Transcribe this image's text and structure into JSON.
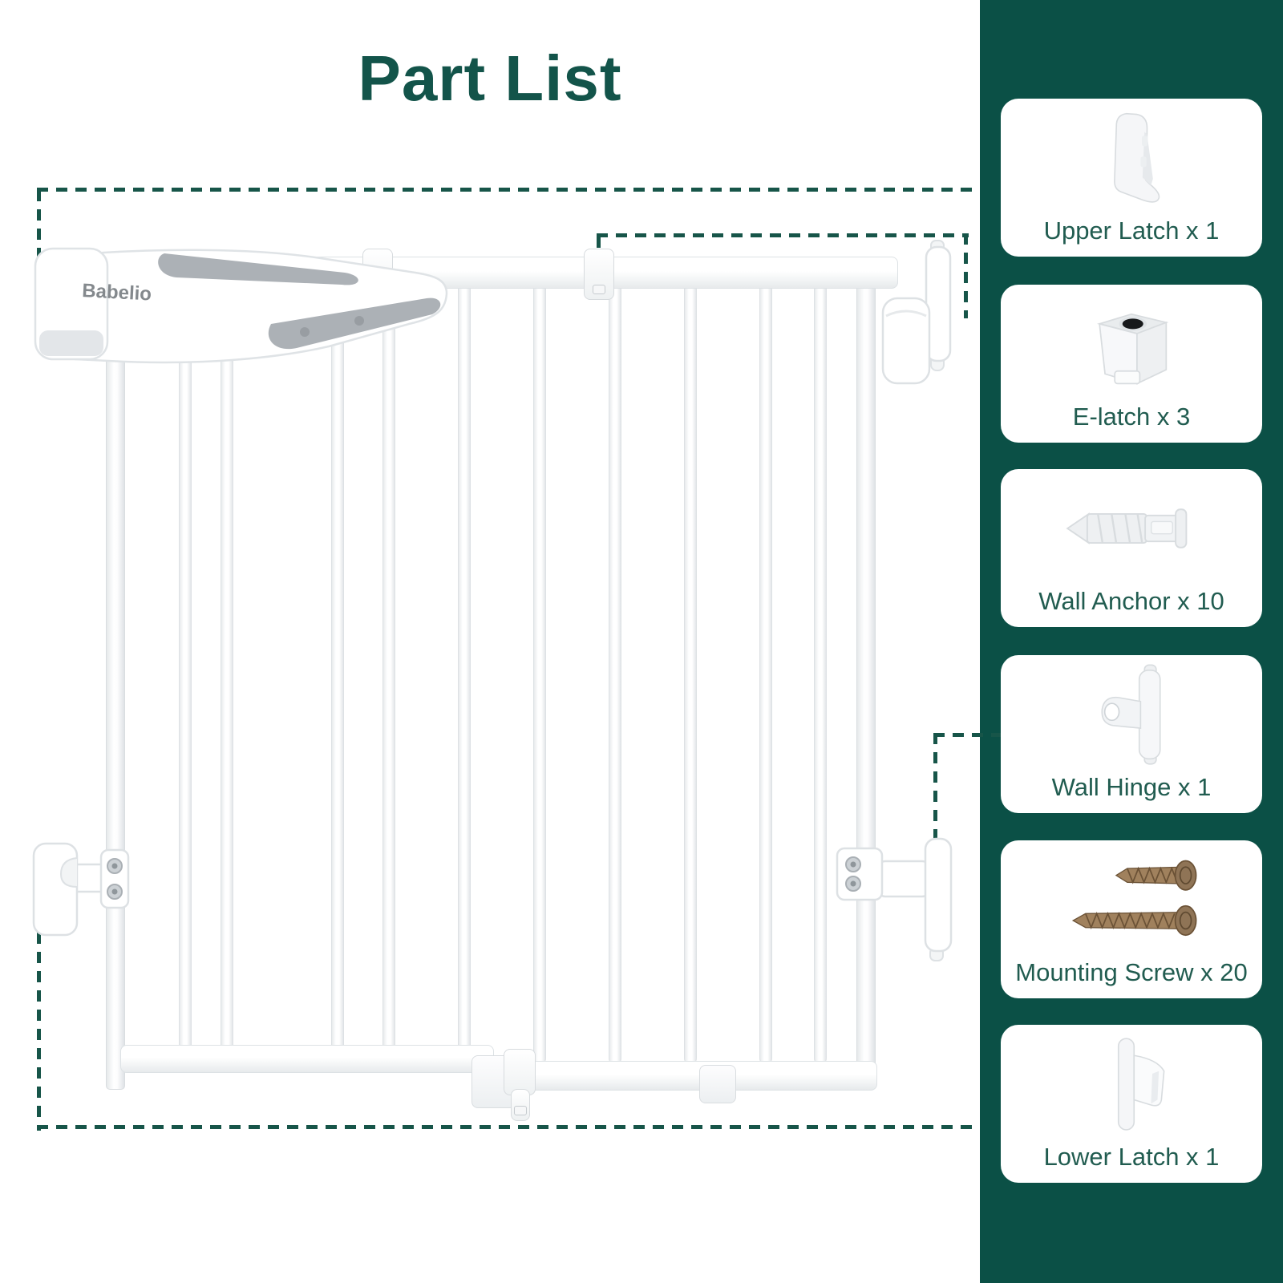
{
  "title": "Part List",
  "product": {
    "brand_logo": "Babelio"
  },
  "colors": {
    "sidebar_bg": "#0B5046",
    "title": "#13544A",
    "label": "#215C50",
    "dash": "#175549",
    "logo": "#84898D"
  },
  "sidebar": {
    "parts": [
      {
        "icon": "upper-latch-icon",
        "label": "Upper Latch x 1"
      },
      {
        "icon": "e-latch-icon",
        "label": "E-latch x 3"
      },
      {
        "icon": "wall-anchor-icon",
        "label": "Wall Anchor x 10"
      },
      {
        "icon": "wall-hinge-icon",
        "label": "Wall Hinge x 1"
      },
      {
        "icon": "mounting-screw-icon",
        "label": "Mounting Screw x 20"
      },
      {
        "icon": "lower-latch-icon",
        "label": "Lower Latch x 1"
      }
    ]
  }
}
